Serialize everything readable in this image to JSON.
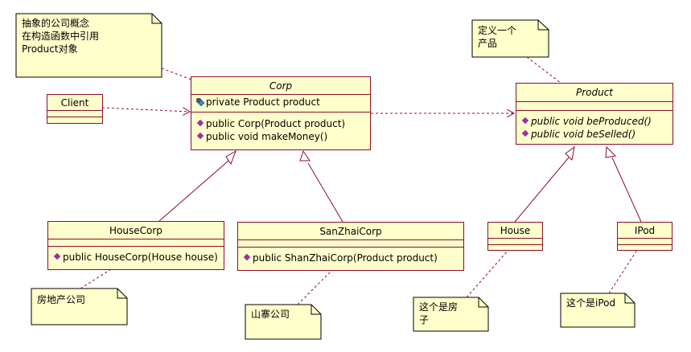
{
  "classes": {
    "corp": {
      "name": "Corp",
      "attribute": "private Product product",
      "operations": [
        "public Corp(Product product)",
        "public void makeMoney()"
      ]
    },
    "client": {
      "name": "Client"
    },
    "product": {
      "name": "Product",
      "operations": [
        "public void beProduced()",
        "public void beSelled()"
      ]
    },
    "house_corp": {
      "name": "HouseCorp",
      "operations": [
        "public HouseCorp(House house)"
      ]
    },
    "sanzhai_corp": {
      "name": "SanZhaiCorp",
      "operations": [
        "public ShanZhaiCorp(Product product)"
      ]
    },
    "house": {
      "name": "House"
    },
    "ipod": {
      "name": "IPod"
    }
  },
  "notes": {
    "abstract_corp": "抽象的公司概念\n在构造函数中引用\nProduct对象",
    "define_product": "定义一个\n产品",
    "real_estate": "房地产公司",
    "shanzhai": "山寨公司",
    "house": "这个是房\n子",
    "ipod": "这个是iPod"
  },
  "colors": {
    "class_fill": "#ffffcc",
    "border": "#8b0d2c",
    "operation_icon": "#9c2f9e"
  },
  "icons": {
    "attribute": "private-attribute-icon",
    "operation": "public-operation-icon"
  }
}
